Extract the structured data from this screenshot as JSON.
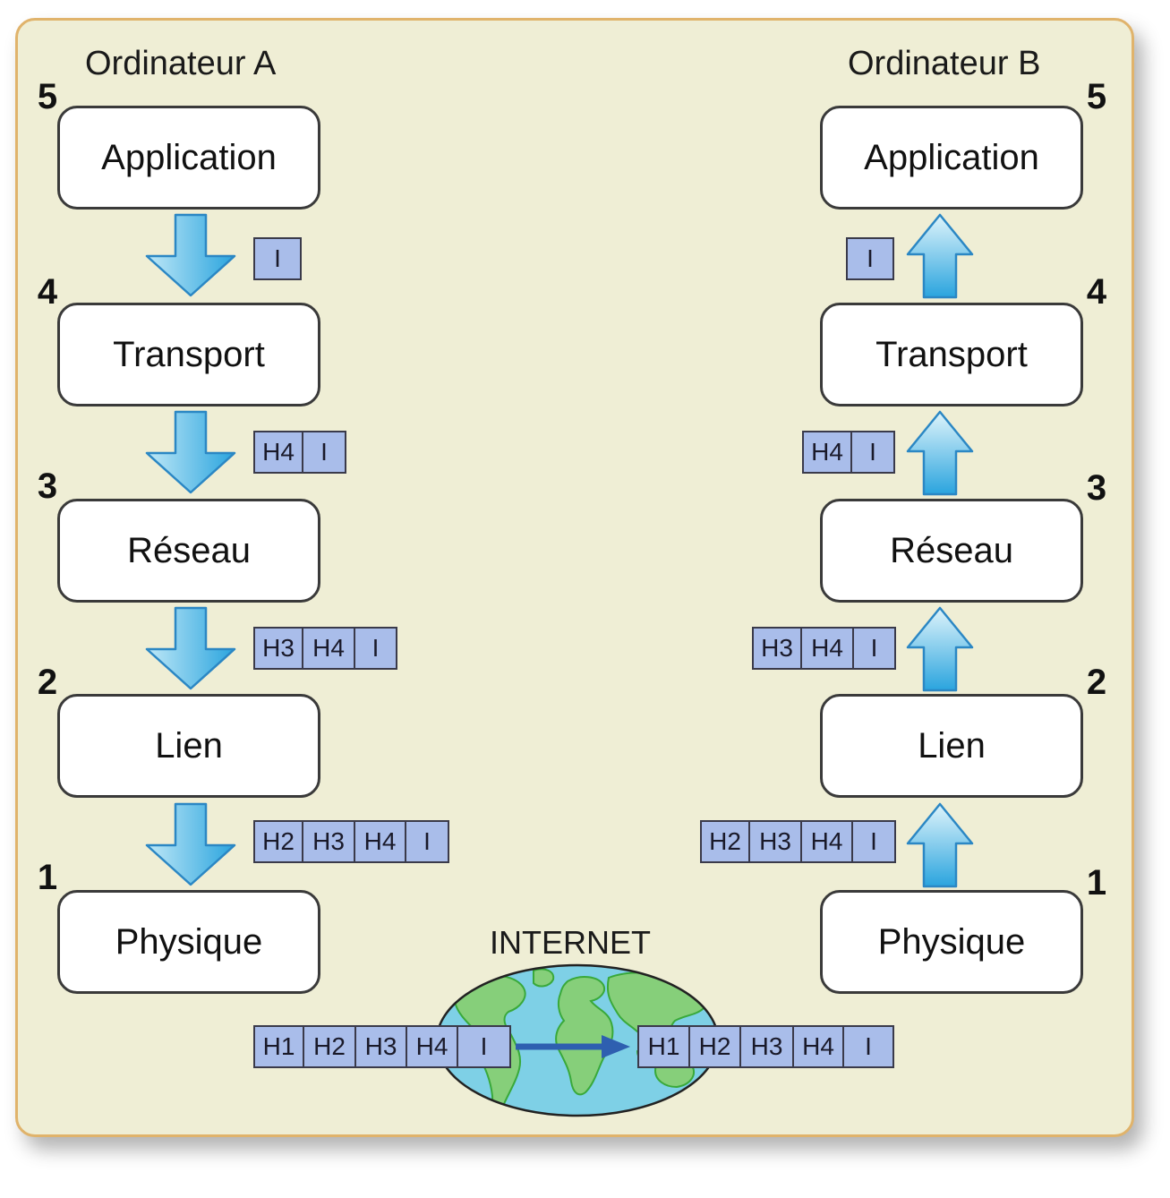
{
  "computer_a": {
    "title": "Ordinateur A"
  },
  "computer_b": {
    "title": "Ordinateur B"
  },
  "layers": [
    {
      "number": "5",
      "name": "Application"
    },
    {
      "number": "4",
      "name": "Transport"
    },
    {
      "number": "3",
      "name": "Réseau"
    },
    {
      "number": "2",
      "name": "Lien"
    },
    {
      "number": "1",
      "name": "Physique"
    }
  ],
  "packets": [
    [
      "I"
    ],
    [
      "H4",
      "I"
    ],
    [
      "H3",
      "H4",
      "I"
    ],
    [
      "H2",
      "H3",
      "H4",
      "I"
    ]
  ],
  "network": {
    "label": "INTERNET",
    "packet": [
      "H1",
      "H2",
      "H3",
      "H4",
      "I"
    ]
  },
  "colors": {
    "panel_background": "#efeed5",
    "panel_border": "#e0b36b",
    "packet_fill": "#a9bdea",
    "arrow_light": "#bfe8f7",
    "arrow_dark": "#2aa4de",
    "ocean": "#7ed0e6",
    "land": "#86cf7a",
    "transfer_arrow": "#2e5fb0"
  }
}
